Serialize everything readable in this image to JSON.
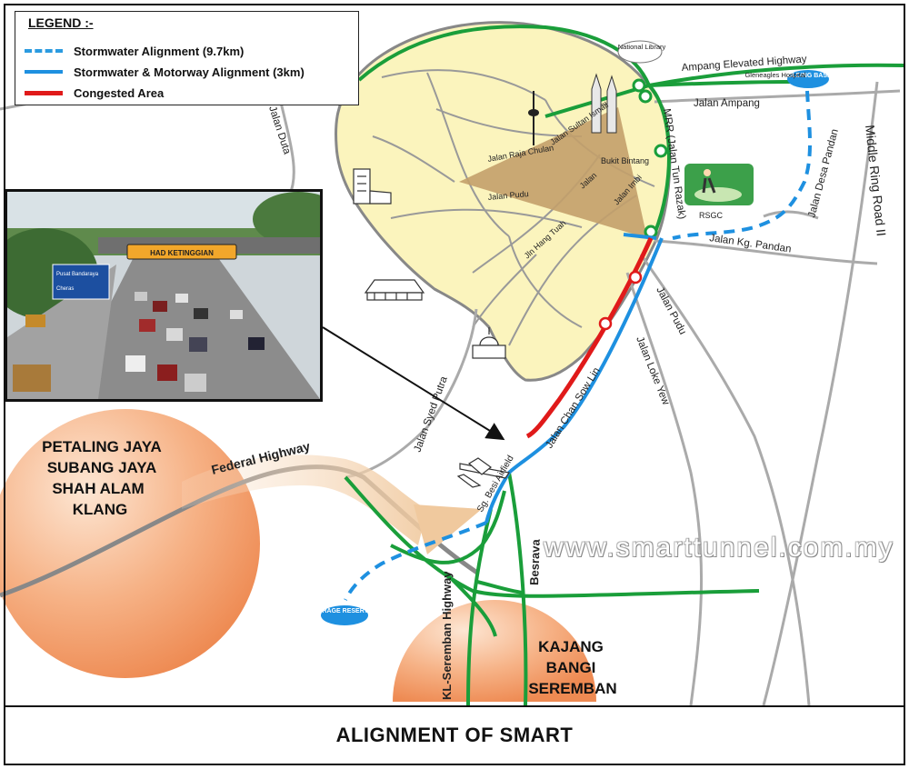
{
  "legend": {
    "title": "LEGEND :-",
    "items": [
      {
        "label": "Stormwater Alignment (9.7km)",
        "color": "#2b9be0",
        "style": "dashed"
      },
      {
        "label": "Stormwater & Motorway Alignment (3km)",
        "color": "#1e90e0",
        "style": "solid"
      },
      {
        "label": "Congested Area",
        "color": "#e01a1a",
        "style": "solid"
      }
    ]
  },
  "roads": {
    "jalan_duta": "Jalan Duta",
    "ampang_elevated": "Ampang Elevated Highway",
    "jalan_ampang": "Jalan Ampang",
    "mrr": "MRR (Jalan Tun Razak)",
    "jalan_desa_pandan": "Jalan Desa Pandan",
    "middle_ring_road": "Middle Ring Road II",
    "jalan_kg_pandan": "Jalan Kg. Pandan",
    "jalan_pudu_east": "Jalan Pudu",
    "jalan_loke_yew": "Jalan Loke Yew",
    "jalan_chan_sow_lin": "Jalan Chan Sow Lin",
    "jalan_syed_putra": "Jalan Syed Putra",
    "federal_highway": "Federal Highway",
    "sg_besi_airfield": "Sg. Besi Airfield",
    "besrava": "Besrava",
    "kl_seremban": "KL-Seremban Highway",
    "jalan_sultan_ismail": "Jalan Sultan Ismail",
    "jalan_raja_chulan": "Jalan Raja Chulan",
    "bukit_bintang": "Bukit Bintang",
    "jalan_pudu_city": "Jalan Pudu",
    "jalan": "Jalan",
    "jalan_imbi": "Jalan Imbi",
    "jln_hang_tuah": "Jln Hang Tuah"
  },
  "landmarks": {
    "national_library": "National Library",
    "gleneagles": "Gleneagles Hospital",
    "rsgc": "RSGC",
    "holding_basin": "HOLDING BASIN",
    "storage_reservoir": "STORAGE RESERVOIR"
  },
  "regions": {
    "west": [
      "PETALING JAYA",
      "SUBANG JAYA",
      "SHAH ALAM",
      "KLANG"
    ],
    "south": [
      "KAJANG",
      "BANGI",
      "SEREMBAN"
    ]
  },
  "photo": {
    "sign_text": "HAD KETINGGIAN",
    "blue_sign_lines": [
      "Pusat Bandaraya",
      "Cheras"
    ]
  },
  "watermark": "www.smarttunnel.com.my",
  "footer_title": "ALIGNMENT OF SMART",
  "colors": {
    "city": "#fbf4bd",
    "green_road": "#1a9e3a",
    "blue_alignment": "#1e90e0",
    "red_congested": "#e01a1a",
    "region_orange": "#f3a06a",
    "triangle": "#c3a06a"
  }
}
